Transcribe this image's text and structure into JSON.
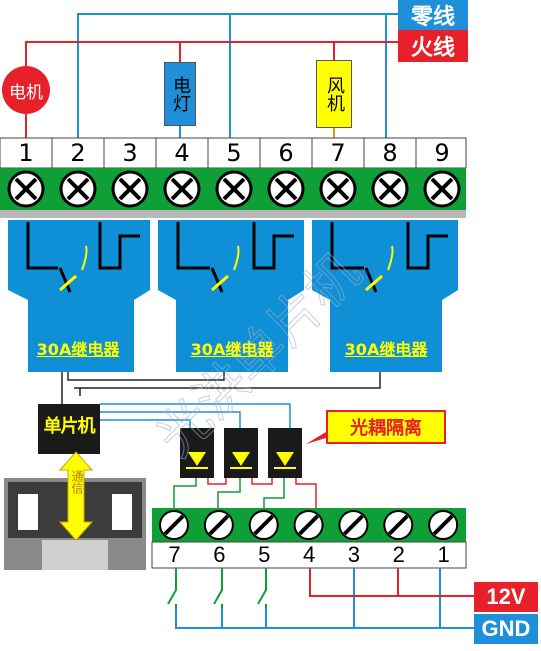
{
  "wires": {
    "neutral_label": "零线",
    "live_label": "火线",
    "v12_label": "12V",
    "gnd_label": "GND"
  },
  "loads": [
    {
      "label": "电机",
      "color": "#e8202a"
    },
    {
      "label": "电灯",
      "color": "#1e8fd8"
    },
    {
      "label": "风机",
      "color": "#ffff00"
    }
  ],
  "top_terminals": [
    "1",
    "2",
    "3",
    "4",
    "5",
    "6",
    "7",
    "8",
    "9"
  ],
  "relays": [
    {
      "label": "30A继电器"
    },
    {
      "label": "30A继电器"
    },
    {
      "label": "30A继电器"
    }
  ],
  "mcu_label": "单片机",
  "comm_label": "通信",
  "optocoupler_label": "光耦隔离",
  "watermark": "光洪单片机",
  "bottom_terminals": [
    "7",
    "6",
    "5",
    "4",
    "3",
    "2",
    "1"
  ],
  "colors": {
    "relay_blue": "#0e8fd6",
    "terminal_green": "#0f9f37",
    "live_red": "#e8202a",
    "neutral_blue": "#1e8fd8",
    "label_yellow": "#ffff00"
  }
}
